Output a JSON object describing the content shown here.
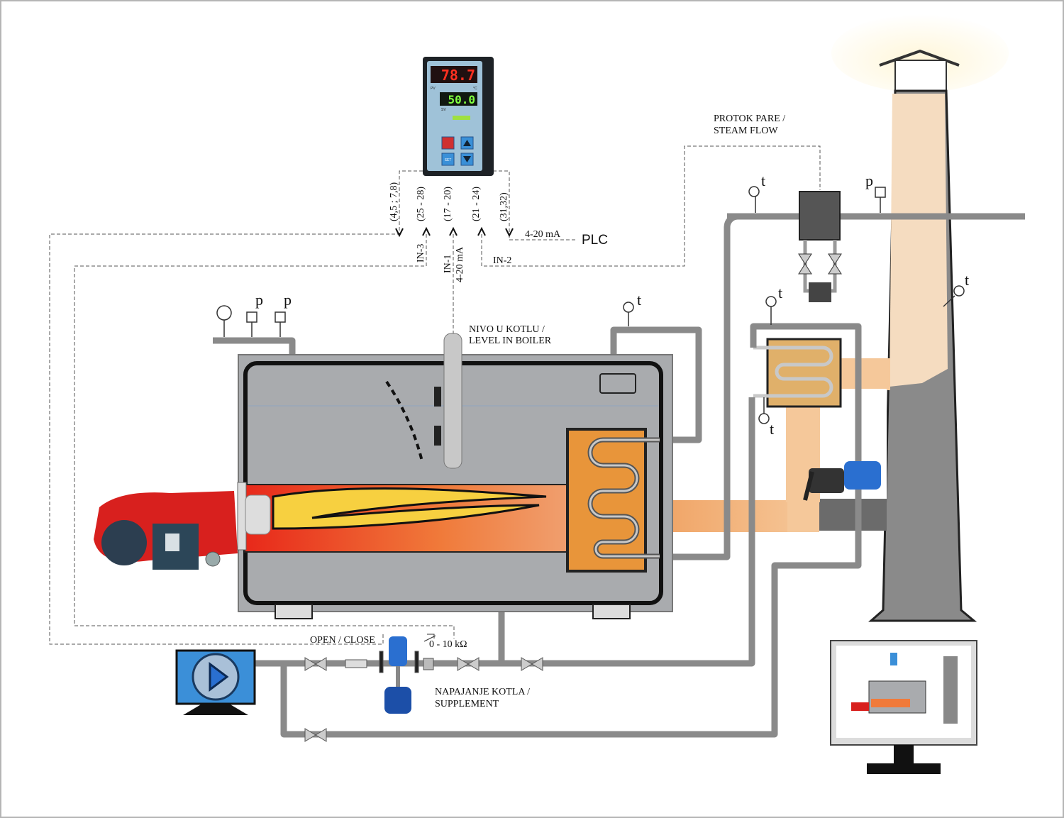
{
  "controller": {
    "pv_value": "78.7",
    "sv_value": "50.0",
    "pv_label": "PV",
    "sv_label": "SV",
    "unit": "°C",
    "set_label": "SET"
  },
  "terminals": [
    {
      "label": "(4,5 ; 7,8)",
      "direction": "out"
    },
    {
      "label": "(25 - 28)",
      "direction": "in"
    },
    {
      "label": "(17 - 20)",
      "direction": "in"
    },
    {
      "label": "(21 - 24)",
      "direction": "in"
    },
    {
      "label": "(31,32)",
      "direction": "out"
    }
  ],
  "inputs": {
    "in3": "IN-3",
    "in1": "IN-1",
    "in1_signal": "4-20 mA",
    "in2": "IN-2",
    "plc_signal": "4-20 mA",
    "plc": "PLC"
  },
  "labels": {
    "steam_flow_1": "PROTOK PARE /",
    "steam_flow_2": "STEAM FLOW",
    "level_1": "NIVO U KOTLU /",
    "level_2": "LEVEL IN BOILER",
    "open_close": "OPEN / CLOSE",
    "resistance": "0 - 10 kΩ",
    "supplement_1": "NAPAJANJE KOTLA /",
    "supplement_2": "SUPPLEMENT"
  },
  "sensors": {
    "p": "p",
    "t": "t"
  },
  "icons": [
    "pressure-gauge-icon",
    "play-icon",
    "monitor-icon",
    "valve-icon",
    "burner-icon",
    "chimney-icon"
  ],
  "colors": {
    "flame": "#f07030",
    "exchanger": "#e8953a",
    "flue_gas": "#f5c89a",
    "boiler": "#a9abae",
    "pump": "#3b8fd8",
    "burner": "#d8201e"
  }
}
